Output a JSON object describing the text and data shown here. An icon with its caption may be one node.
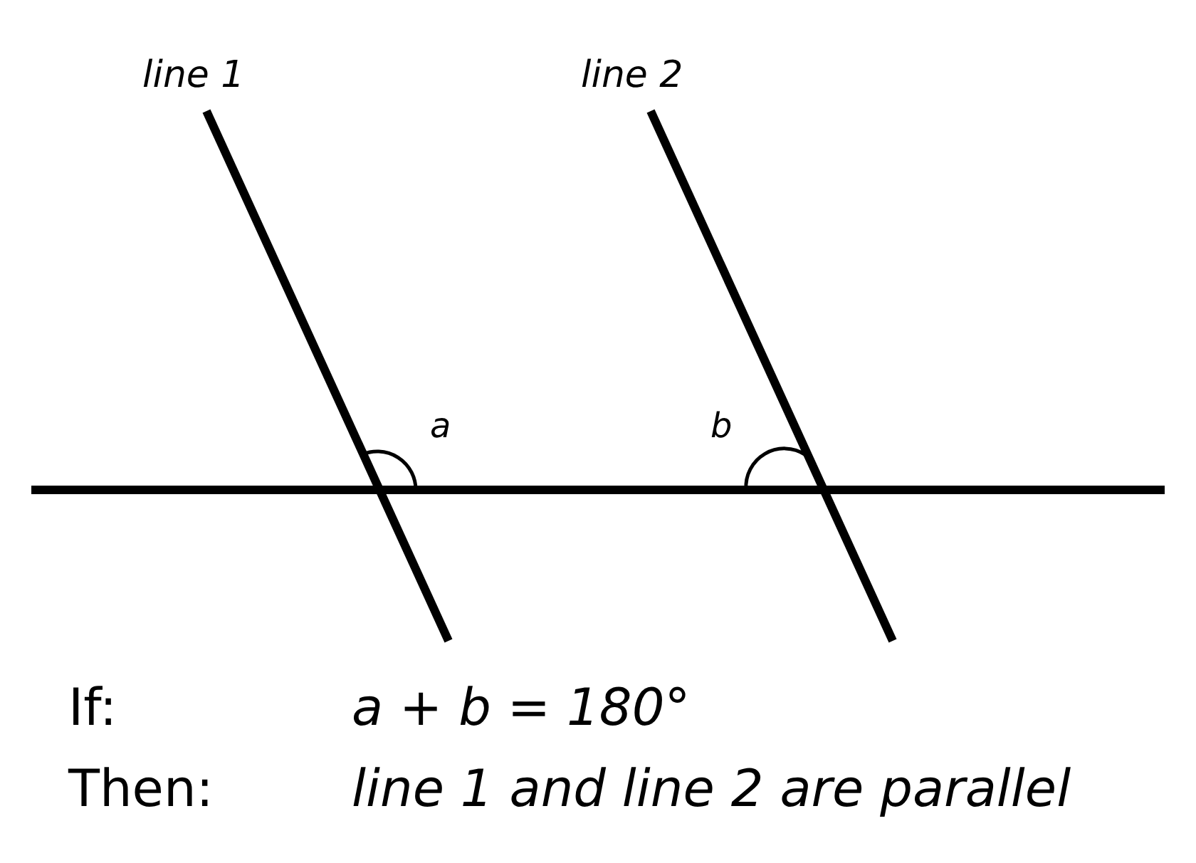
{
  "diagram": {
    "labels": [
      "line 1",
      "line 2",
      "a",
      "b",
      "If:",
      "a + b = 180°",
      "Then:",
      "line 1 and line 2 are parallel"
    ]
  }
}
